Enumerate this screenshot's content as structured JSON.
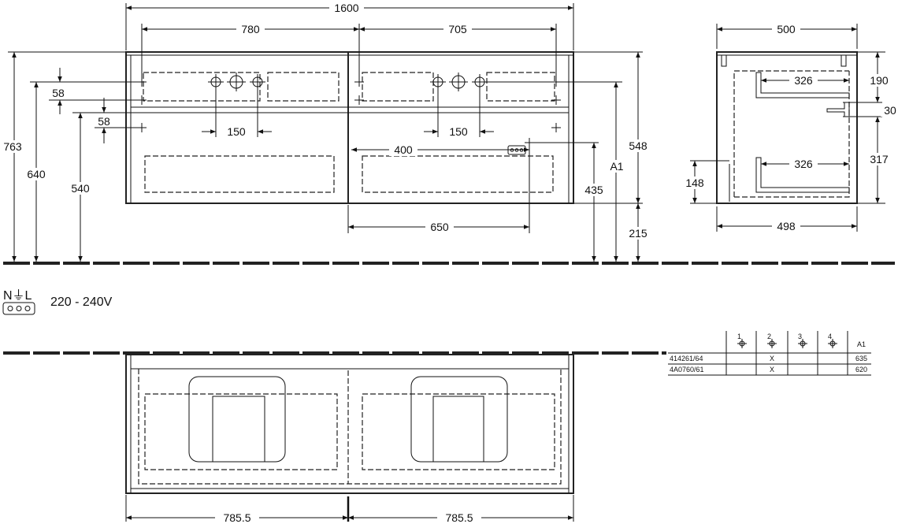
{
  "front_view": {
    "overall_width": "1600",
    "left_offset": "780",
    "right_offset": "705",
    "drawer_front_height_top": "58",
    "drawer_front_height_second": "58",
    "hole_spacing_left": "150",
    "hole_spacing_right": "150",
    "socket_offset_horizontal": "400",
    "lower_width": "650",
    "total_height": "763",
    "height_640": "640",
    "height_540": "540",
    "height_548": "548",
    "label_a1": "A1",
    "height_435": "435",
    "floor_clearance": "215"
  },
  "side_view": {
    "depth_top": "500",
    "upper_drawer_depth": "326",
    "lower_drawer_depth": "326",
    "depth_bottom": "498",
    "height_190": "190",
    "height_30": "30",
    "height_317": "317",
    "height_148": "148"
  },
  "electrical": {
    "terminal_label": "N⏚L",
    "voltage": "220 - 240V"
  },
  "top_view": {
    "half_width_left": "785.5",
    "half_width_right": "785.5"
  },
  "spec_table": {
    "columns": [
      "1",
      "2",
      "3",
      "4",
      "A1"
    ],
    "rows": [
      {
        "model": "414261/64",
        "c1": "",
        "c2": "X",
        "c3": "",
        "c4": "",
        "a1": "635"
      },
      {
        "model": "4A0760/61",
        "c1": "",
        "c2": "X",
        "c3": "",
        "c4": "",
        "a1": "620"
      }
    ]
  }
}
